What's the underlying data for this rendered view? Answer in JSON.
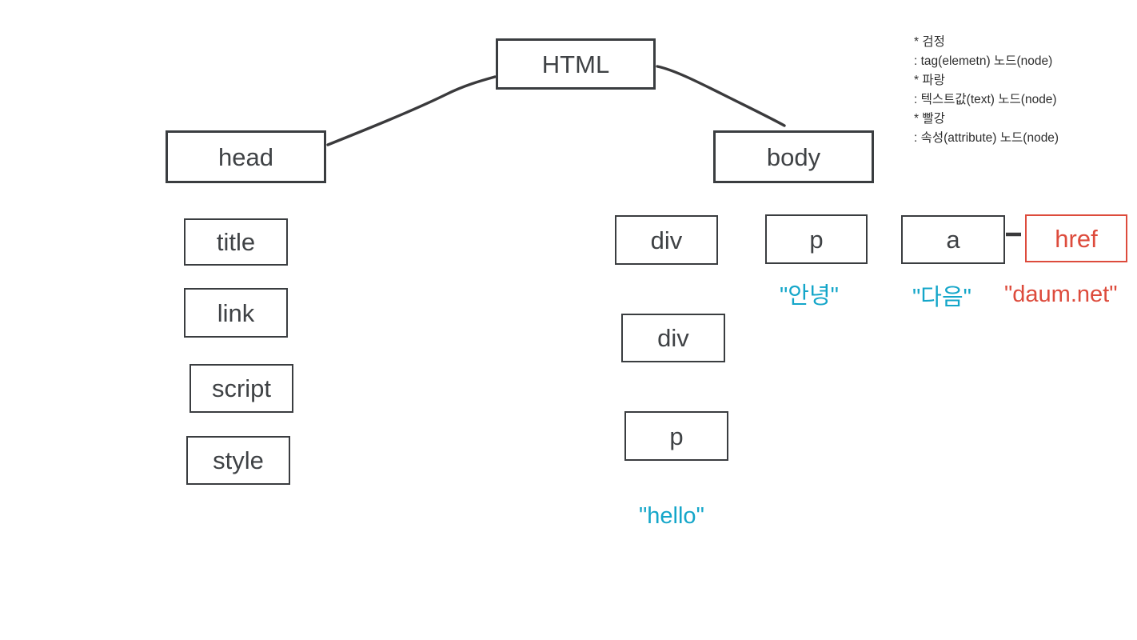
{
  "diagram": {
    "nodes": {
      "html": "HTML",
      "head": "head",
      "body": "body",
      "title": "title",
      "link": "link",
      "script": "script",
      "style": "style",
      "div1": "div",
      "p1": "p",
      "a": "a",
      "href": "href",
      "div2": "div",
      "p2": "p"
    },
    "text_nodes": {
      "p1_value": "\"안녕\"",
      "a_value": "\"다음\"",
      "href_value": "\"daum.net\"",
      "p2_value": "\"hello\""
    }
  },
  "legend": {
    "lines": [
      "* 검정",
      ": tag(elemetn) 노드(node)",
      "* 파랑",
      ": 텍스트값(text) 노드(node)",
      "* 빨강",
      ": 속성(attribute) 노드(node)"
    ]
  },
  "colors": {
    "element_node": "#3a3d40",
    "text_node": "#14a6c9",
    "attribute_node": "#dd4b3c"
  }
}
